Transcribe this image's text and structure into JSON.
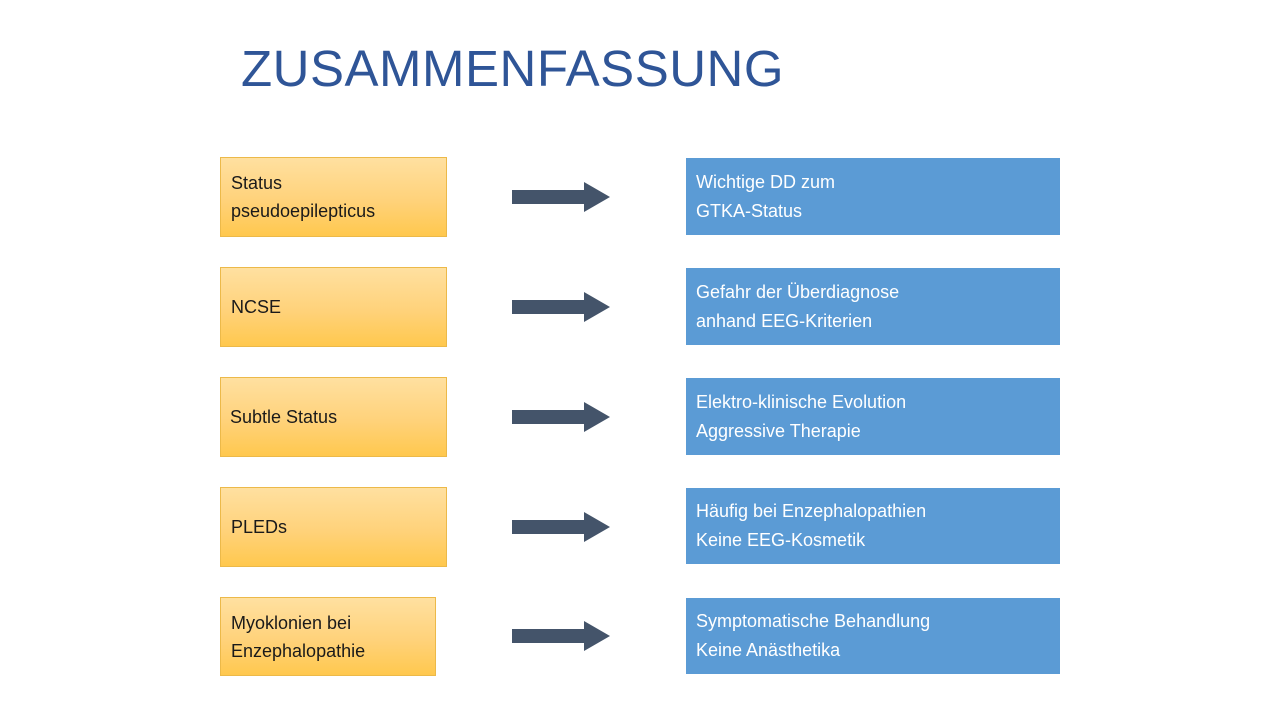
{
  "slide": {
    "title": "ZUSAMMENFASSUNG"
  },
  "colors": {
    "title": "#2f5597",
    "left_box_top": "#ffe0a0",
    "left_box_bottom": "#ffc84e",
    "left_box_border": "#ecb949",
    "right_box": "#5b9bd5",
    "arrow": "#44546a"
  },
  "rows": [
    {
      "left": "Status\npseudoepilepticus",
      "right": "Wichtige DD zum\nGTKA-Status",
      "arrow_icon": "right-arrow-icon"
    },
    {
      "left": "NCSE",
      "right": "Gefahr der Überdiagnose\nanhand EEG-Kriterien",
      "arrow_icon": "right-arrow-icon"
    },
    {
      "left": "Subtle Status",
      "right": "Elektro-klinische Evolution\nAggressive Therapie",
      "arrow_icon": "right-arrow-icon"
    },
    {
      "left": "PLEDs",
      "right": "Häufig bei Enzephalopathien\nKeine EEG-Kosmetik",
      "arrow_icon": "right-arrow-icon"
    },
    {
      "left": "Myoklonien bei\nEnzephalopathie",
      "right": "Symptomatische Behandlung\nKeine Anästhetika",
      "arrow_icon": "right-arrow-icon"
    }
  ]
}
